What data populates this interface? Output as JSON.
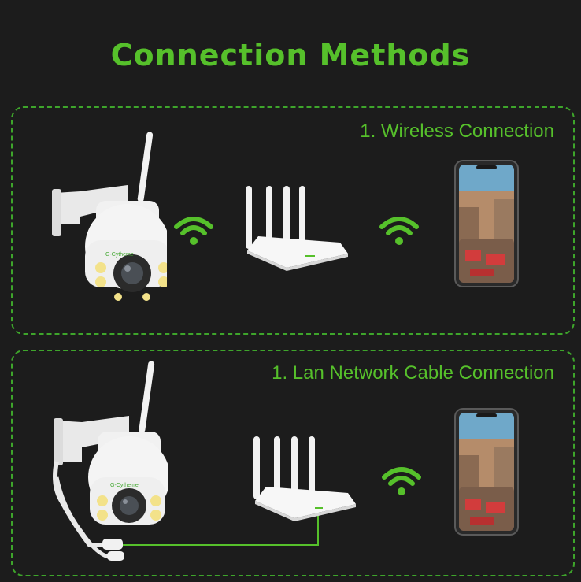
{
  "title": "Connection Methods",
  "panels": [
    {
      "label": "1. Wireless  Connection"
    },
    {
      "label": "1. Lan Network Cable  Connection"
    }
  ],
  "camera_brand": "G-Cytheme",
  "colors": {
    "accent": "#56c02b",
    "background": "#1c1c1c",
    "border": "#3ea52b"
  }
}
